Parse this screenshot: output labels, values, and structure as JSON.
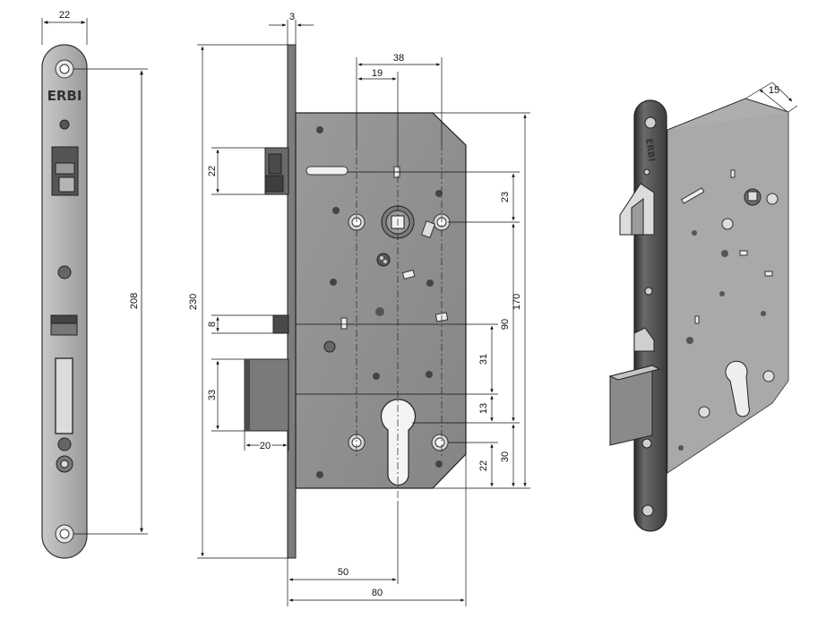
{
  "brand": "ERBI",
  "front_view": {
    "width_label": "22",
    "hole_spacing_label": "208"
  },
  "side_view": {
    "faceplate_thickness_label": "3",
    "height_label": "230",
    "latch_height_label": "22",
    "small_bolt_label": "8",
    "deadbolt_height_label": "33",
    "deadbolt_throw_label": "20",
    "backset_label": "50",
    "depth_label": "80",
    "spindle_offset_label": "19",
    "screw_spacing_label": "38",
    "top_to_spindle_label": "23",
    "spindle_to_cylinder_label": "90",
    "screw_to_cylinder_label": "31",
    "cylinder_to_screw_label": "13",
    "bottom_margin_label": "22",
    "cylinder_to_bottom_label": "30",
    "case_height_label": "170"
  },
  "perspective_view": {
    "faceplate_thickness_label": "15"
  },
  "colors": {
    "case": "#8c8c8c",
    "case_dark": "#6e6e6e",
    "case_light": "#a4a4a4",
    "faceplate": "#a6a6a6",
    "line": "#1a1a1a"
  }
}
